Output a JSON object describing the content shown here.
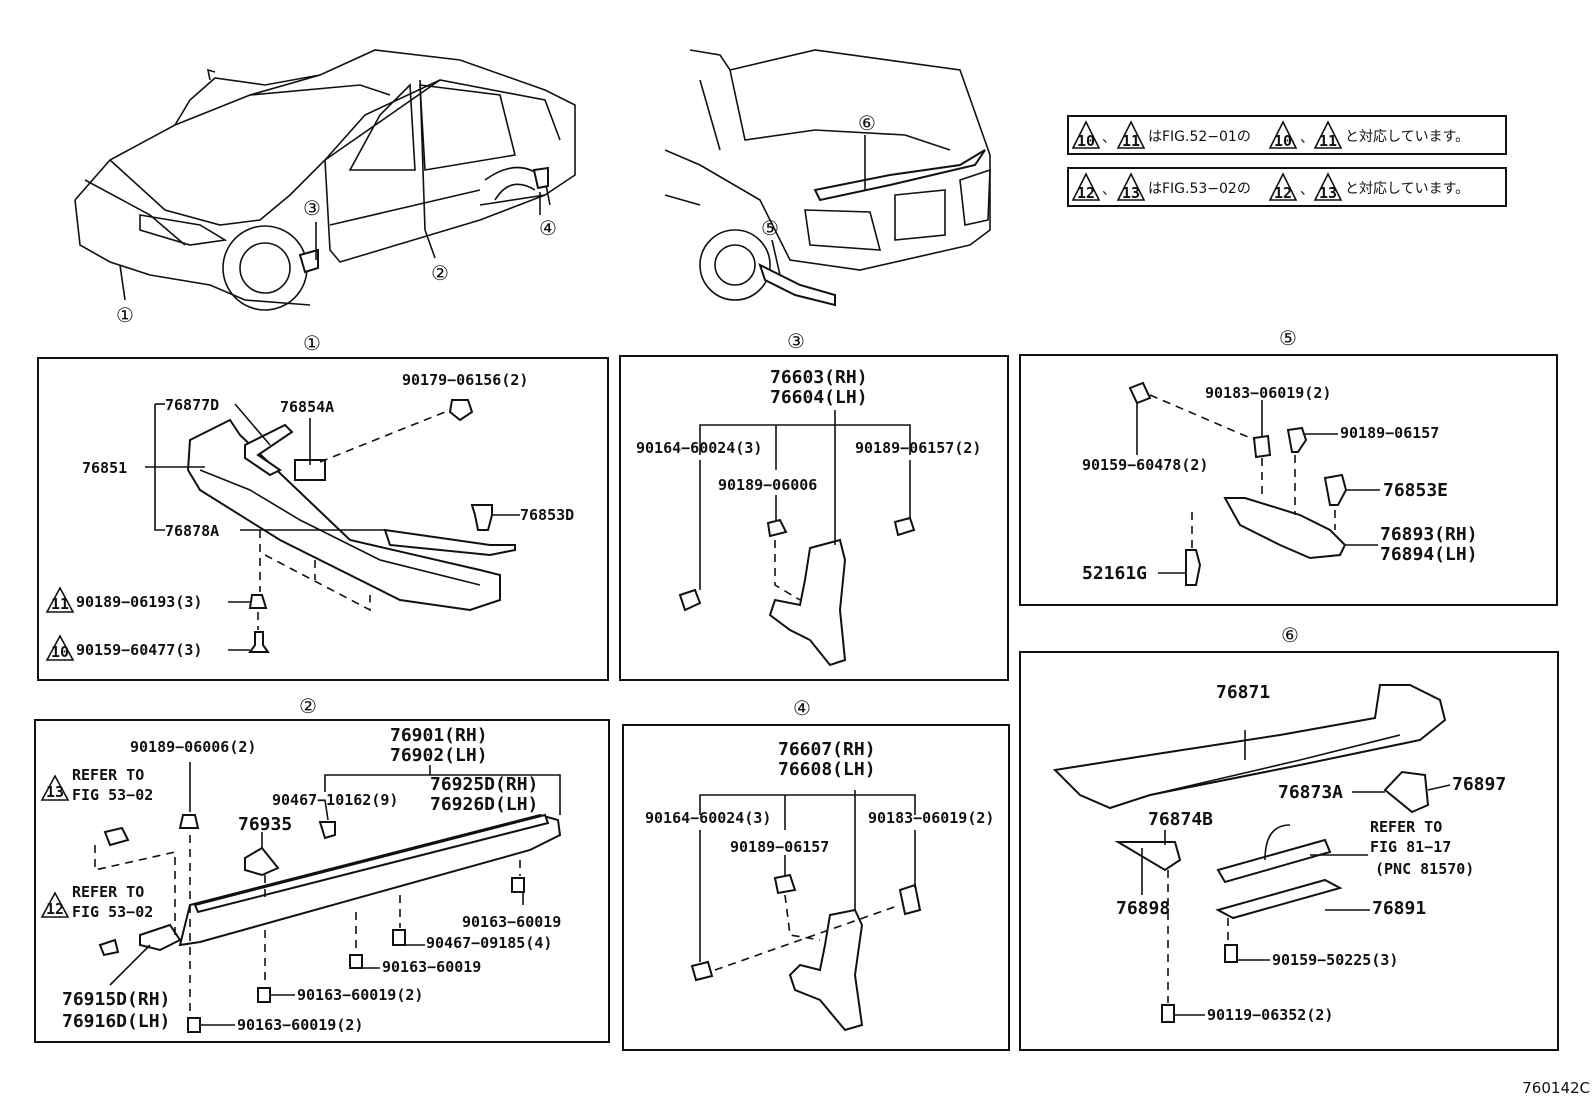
{
  "figure_id": "760142C",
  "notes": [
    {
      "t1": "10",
      "t2": "11",
      "text": "はFIG.52−01の",
      "t3": "10",
      "t4": "11",
      "tail": "と対応しています。"
    },
    {
      "t1": "12",
      "t2": "13",
      "text": "はFIG.53−02の",
      "t3": "12",
      "t4": "13",
      "tail": "と対応しています。"
    }
  ],
  "car_callouts": [
    "①",
    "②",
    "③",
    "④",
    "⑤",
    "⑥"
  ],
  "panel1": {
    "num": "①",
    "labels": {
      "p76877D": "76877D",
      "p76854A": "76854A",
      "p90179": "90179−06156(2)",
      "p76851": "76851",
      "p76878A": "76878A",
      "p76853D": "76853D",
      "p90189_06193": "90189−06193(3)",
      "p90159_60477": "90159−60477(3)",
      "tri11": "11",
      "tri10": "10"
    }
  },
  "panel2": {
    "num": "②",
    "labels": {
      "p90189_06006": "90189−06006(2)",
      "p76901": "76901(RH)",
      "p76902": "76902(LH)",
      "refer1a": "REFER TO",
      "refer1b": "FIG 53−02",
      "tri13": "13",
      "p90467_10162": "90467−10162(9)",
      "p76925D": "76925D(RH)",
      "p76926D": "76926D(LH)",
      "p76935": "76935",
      "refer2a": "REFER TO",
      "refer2b": "FIG 53−02",
      "tri12": "12",
      "p90163_60019a": "90163−60019",
      "p90467_09185": "90467−09185(4)",
      "p90163_60019b": "90163−60019",
      "p90163_60019c": "90163−60019(2)",
      "p76915D": "76915D(RH)",
      "p76916D": "76916D(LH)",
      "p90163_60019d": "90163−60019(2)"
    }
  },
  "panel3": {
    "num": "③",
    "labels": {
      "p76603": "76603(RH)",
      "p76604": "76604(LH)",
      "p90164": "90164−60024(3)",
      "p90189_06157": "90189−06157(2)",
      "p90189_06006": "90189−06006"
    }
  },
  "panel4": {
    "num": "④",
    "labels": {
      "p76607": "76607(RH)",
      "p76608": "76608(LH)",
      "p90164": "90164−60024(3)",
      "p90183": "90183−06019(2)",
      "p90189": "90189−06157"
    }
  },
  "panel5": {
    "num": "⑤",
    "labels": {
      "p90183": "90183−06019(2)",
      "p90189": "90189−06157",
      "p90159": "90159−60478(2)",
      "p76853E": "76853E",
      "p76893": "76893(RH)",
      "p76894": "76894(LH)",
      "p52161G": "52161G"
    }
  },
  "panel6": {
    "num": "⑥",
    "labels": {
      "p76871": "76871",
      "p76873A": "76873A",
      "p76897": "76897",
      "p76874B": "76874B",
      "refer_a": "REFER TO",
      "refer_b": "FIG 81−17",
      "refer_c": "(PNC 81570)",
      "p76898": "76898",
      "p76891": "76891",
      "p90159": "90159−50225(3)",
      "p90119": "90119−06352(2)"
    }
  }
}
